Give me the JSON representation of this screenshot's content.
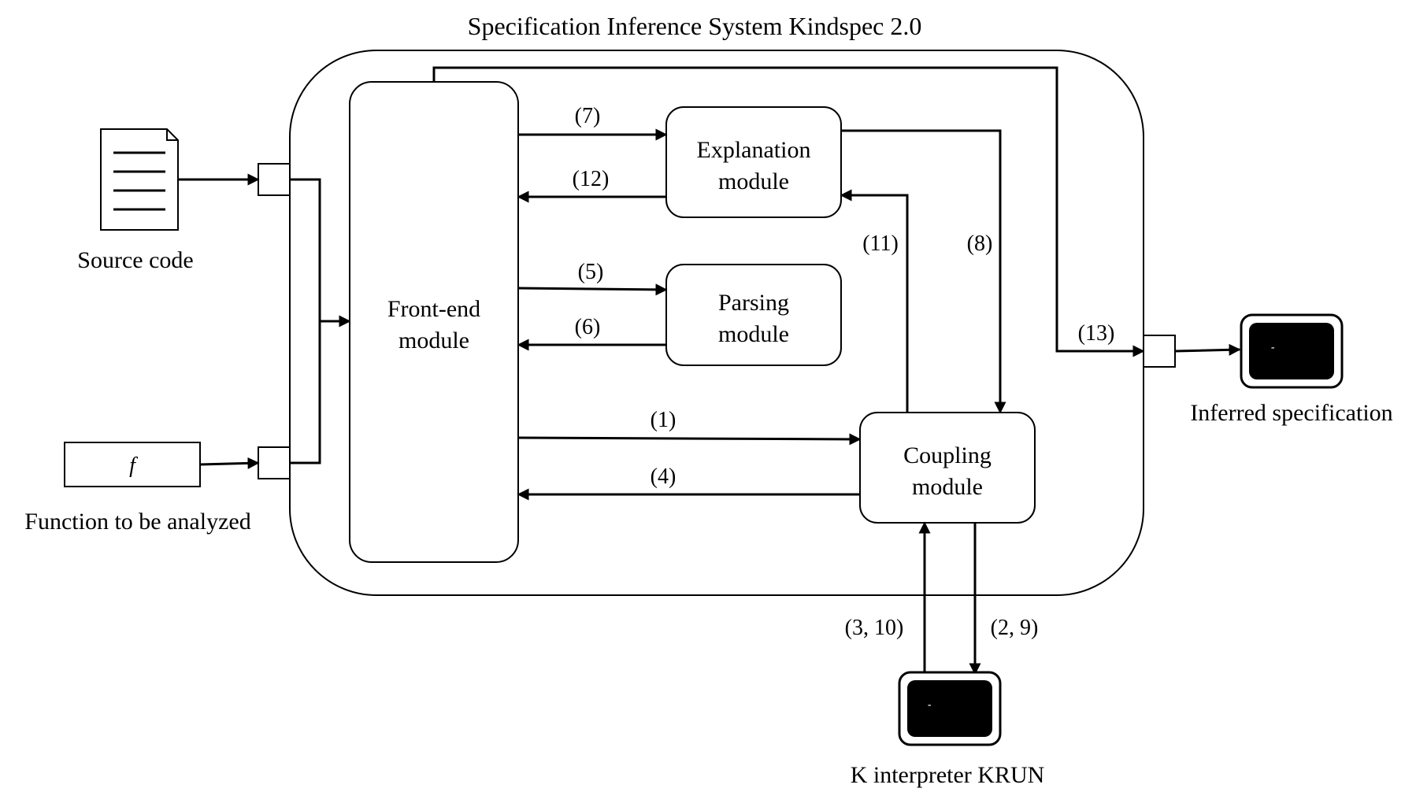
{
  "title": "Specification Inference System Kindspec 2.0",
  "inputs": {
    "source_code_label": "Source code",
    "function_label": "Function to be analyzed",
    "function_symbol": "f"
  },
  "modules": {
    "front_end": [
      "Front-end",
      "module"
    ],
    "explanation": [
      "Explanation",
      "module"
    ],
    "parsing": [
      "Parsing",
      "module"
    ],
    "coupling": [
      "Coupling",
      "module"
    ]
  },
  "outputs": {
    "inferred_label": "Inferred specification",
    "krun_label": "K interpreter KRUN",
    "terminal_cursor": "-"
  },
  "edges": {
    "e1": "(1)",
    "e4": "(4)",
    "e5": "(5)",
    "e6": "(6)",
    "e7": "(7)",
    "e8": "(8)",
    "e11": "(11)",
    "e12": "(12)",
    "e13": "(13)",
    "e2_9": "(2, 9)",
    "e3_10": "(3, 10)"
  }
}
